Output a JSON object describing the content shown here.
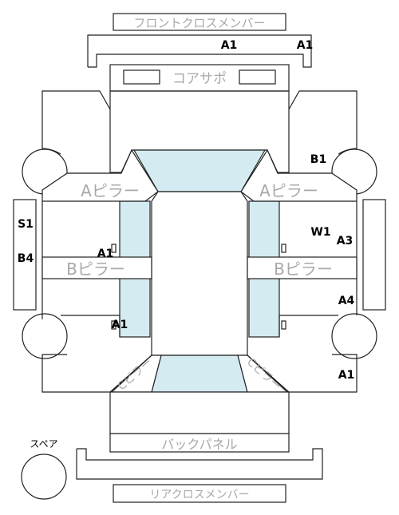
{
  "parts": {
    "front_cross_member": "フロントクロスメンバー",
    "core_support": "コアサポ",
    "a_pillar_left": "Aピラー",
    "a_pillar_right": "Aピラー",
    "b_pillar_left": "Bピラー",
    "b_pillar_right": "Bピラー",
    "c_pillar_left": "Cピラー",
    "c_pillar_right": "Cピラー",
    "back_panel": "バックパネル",
    "rear_cross_member": "リアクロスメンバー",
    "spare": "スペア"
  },
  "damage_codes": {
    "front_member_left": "A1",
    "front_member_right": "A1",
    "right_front_fender": "B1",
    "left_sill": "S1",
    "left_front_door": "B4",
    "left_b_pillar": "A1",
    "left_rear_door": "A1",
    "right_front_door_1": "W1",
    "right_front_door_2": "A3",
    "right_rear_door": "A4",
    "right_rear_quarter": "A1"
  },
  "colors": {
    "glass": "#d5ebf2",
    "outline": "#222222",
    "label_gray": "#a8a8a8"
  }
}
